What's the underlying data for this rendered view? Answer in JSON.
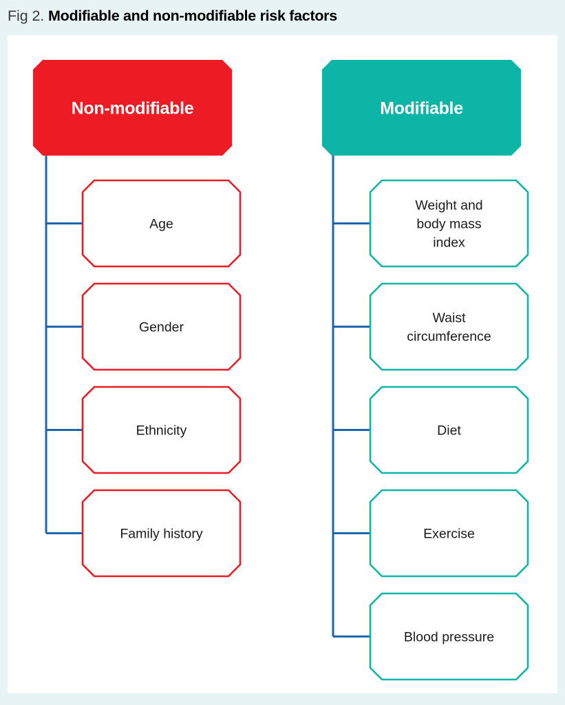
{
  "caption": {
    "label": "Fig 2.",
    "title": "Modifiable and non-modifiable risk factors"
  },
  "colors": {
    "page_background": "#e7f3f5",
    "panel_background": "#ffffff",
    "red": "#ed1c24",
    "teal": "#0cb5a5",
    "connector_blue": "#1c66b0",
    "node_text": "#1b1b1b",
    "header_text": "#ffffff"
  },
  "columns": [
    {
      "id": "non-modifiable",
      "header": "Non-modifiable",
      "accent": "#ed1c24",
      "nodes": [
        {
          "id": "age",
          "lines": [
            "Age"
          ]
        },
        {
          "id": "gender",
          "lines": [
            "Gender"
          ]
        },
        {
          "id": "ethnicity",
          "lines": [
            "Ethnicity"
          ]
        },
        {
          "id": "family-history",
          "lines": [
            "Family history"
          ]
        }
      ]
    },
    {
      "id": "modifiable",
      "header": "Modifiable",
      "accent": "#0cb5a5",
      "nodes": [
        {
          "id": "weight-bmi",
          "lines": [
            "Weight and",
            "body mass",
            "index"
          ]
        },
        {
          "id": "waist-circumference",
          "lines": [
            "Waist",
            "circumference"
          ]
        },
        {
          "id": "diet",
          "lines": [
            "Diet"
          ]
        },
        {
          "id": "exercise",
          "lines": [
            "Exercise"
          ]
        },
        {
          "id": "blood-pressure",
          "lines": [
            "Blood pressure"
          ]
        }
      ]
    }
  ]
}
